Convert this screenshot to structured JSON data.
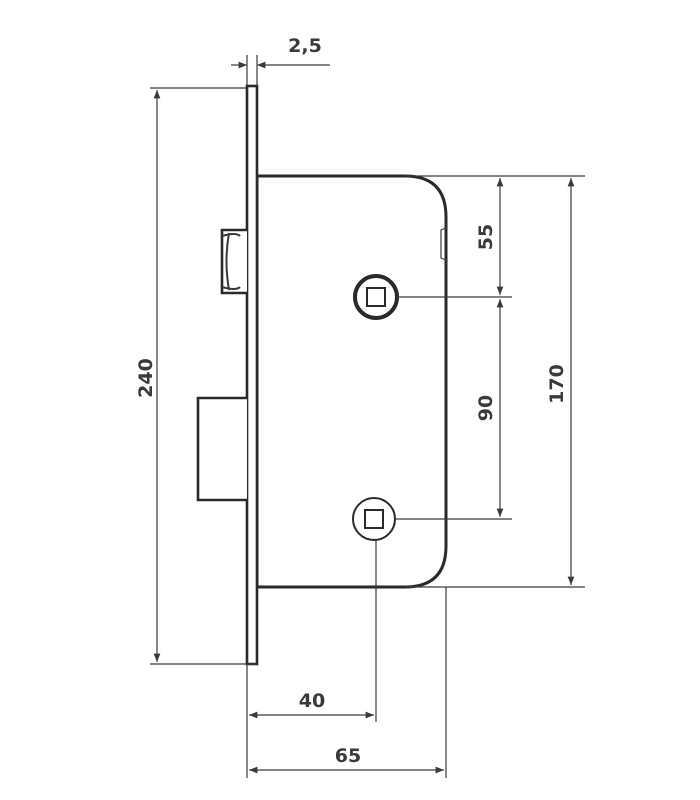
{
  "dimensions": {
    "faceplate_thickness": "2,5",
    "total_height": "240",
    "top_to_spindle": "55",
    "spindle_spacing": "90",
    "case_height": "170",
    "backset": "40",
    "case_depth": "65"
  },
  "colors": {
    "line": "#3a3a3a",
    "background": "#ffffff"
  }
}
